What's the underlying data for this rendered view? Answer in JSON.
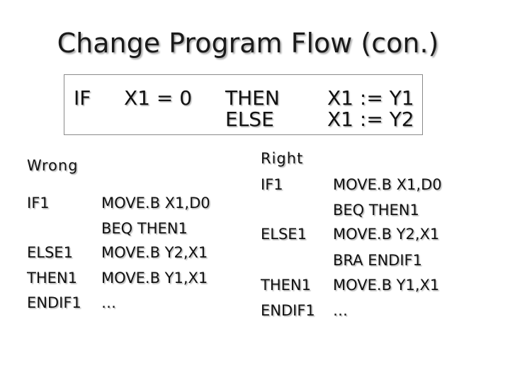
{
  "slide": {
    "title": "Change Program Flow (con.)"
  },
  "condition_box": {
    "if_keyword": "IF",
    "condition": "X1 = 0",
    "then_keyword": "THEN",
    "else_keyword": "ELSE",
    "then_action": "X1 := Y1",
    "else_action": "X1 := Y2"
  },
  "wrong": {
    "heading": "Wrong",
    "lines": [
      {
        "label": "IF1",
        "instruction": "MOVE.B X1,D0"
      },
      {
        "label": "",
        "instruction": "BEQ THEN1"
      },
      {
        "label": "ELSE1",
        "instruction": "MOVE.B Y2,X1"
      },
      {
        "label": "THEN1",
        "instruction": "MOVE.B Y1,X1"
      },
      {
        "label": "ENDIF1",
        "instruction": "…"
      }
    ]
  },
  "right": {
    "heading": "Right",
    "lines": [
      {
        "label": "IF1",
        "instruction": "MOVE.B X1,D0"
      },
      {
        "label": "",
        "instruction": "BEQ THEN1"
      },
      {
        "label": "ELSE1",
        "instruction": "MOVE.B Y2,X1"
      },
      {
        "label": "",
        "instruction": "BRA ENDIF1"
      },
      {
        "label": "THEN1",
        "instruction": "MOVE.B Y1,X1"
      },
      {
        "label": "ENDIF1",
        "instruction": "…"
      }
    ]
  }
}
